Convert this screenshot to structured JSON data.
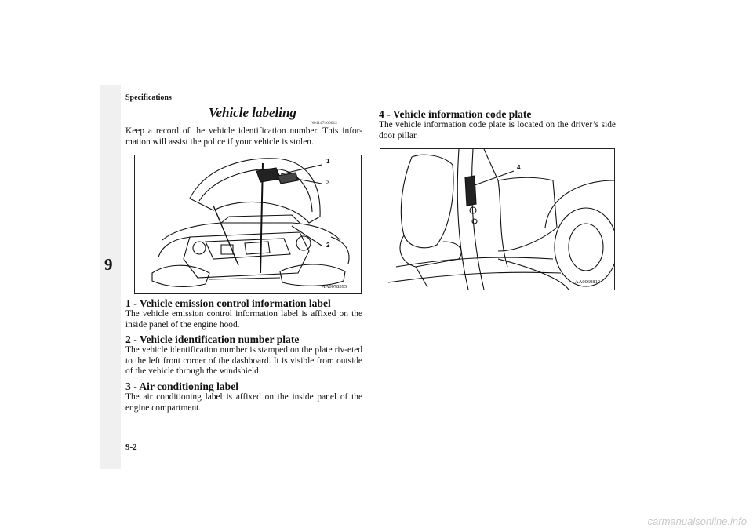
{
  "header": {
    "section": "Specifications"
  },
  "side_tab": {
    "number": "9"
  },
  "footer": {
    "page_number": "9-2",
    "watermark": "carmanualsonline.info"
  },
  "left": {
    "title": "Vehicle labeling",
    "code": "N01147400612",
    "intro": "Keep a record of the vehicle identification number. This infor-mation will assist the police if your vehicle is stolen.",
    "figure": {
      "id": "AA0078395",
      "callouts": [
        "1",
        "3",
        "2"
      ]
    },
    "sections": [
      {
        "heading": "1 - Vehicle emission control information label",
        "text": "The vehicle emission control information label is affixed on the inside panel of the engine hood."
      },
      {
        "heading": "2 - Vehicle identification number plate",
        "text": "The vehicle identification number is stamped on the plate riv-eted to the left front corner of the dashboard. It is visible from outside of the vehicle through the windshield."
      },
      {
        "heading": "3 - Air conditioning label",
        "text": "The air conditioning label is affixed on the inside panel of the engine compartment."
      }
    ]
  },
  "right": {
    "heading": "4 - Vehicle information code plate",
    "text": "The vehicle information code plate is located on the driver’s side door pillar.",
    "figure": {
      "id": "AA0069810",
      "callouts": [
        "4"
      ]
    }
  }
}
